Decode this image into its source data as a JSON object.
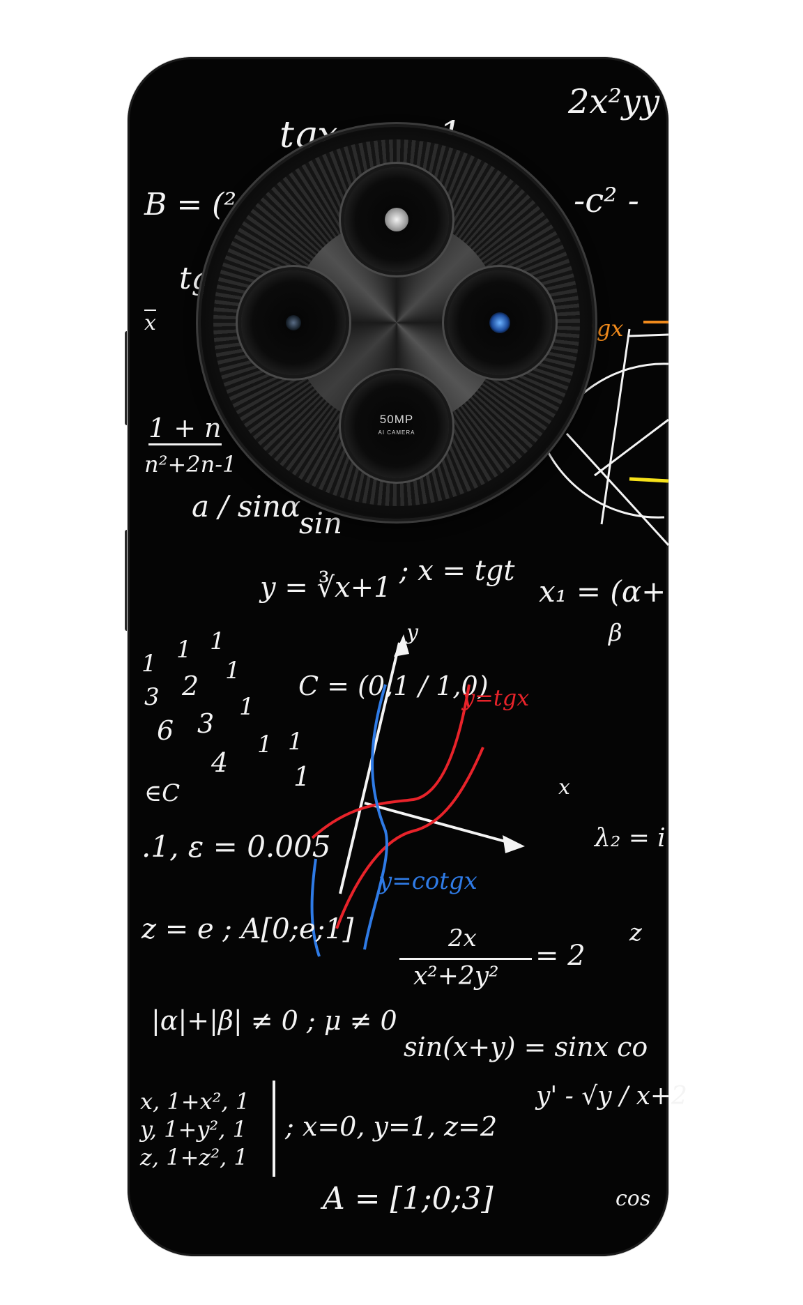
{
  "camera": {
    "megapixels": "50MP",
    "subtitle": "AI CAMERA"
  },
  "formulas": {
    "top_right": "2x²yy",
    "top_center": "tgx … = 1",
    "b_eq": "B = (²",
    "c_minus": "-c² -",
    "tg": "tg",
    "x_bar": "x",
    "tgx_orange": "tgx",
    "one_plus_n": "1 + n",
    "n_series": "n²+2n-1",
    "a_sin": "a / sinα",
    "sin_part": "sin",
    "cbrt": "y = ∛x+1",
    "x_tgt": "; x = tgt",
    "x1_eq": "x₁ = (α+",
    "beta": "β",
    "digits": [
      "1",
      "1",
      "1",
      "1",
      "3",
      "2",
      "1",
      "6",
      "3",
      "1",
      "4",
      "1",
      "1"
    ],
    "c_matrix": "C = (0,1 / 1,0)",
    "in_c": "∈C",
    "epsilon": ".1, ε = 0.005",
    "lambda": "λ₂ = i",
    "y_tgx": "y=tgx",
    "y_cotgx": "y=cotgx",
    "axis_x": "x",
    "axis_y": "y",
    "z_eq": "z = e ; A[0;e;1]",
    "z_side": "z",
    "frac_num": "2x",
    "frac_den": "x²+2y²",
    "frac_rhs": "= 2",
    "alpha_beta": "|α|+|β| ≠ 0 ; μ ≠ 0",
    "sin_sum": "sin(x+y) = sinx co",
    "y_prime": "y' - √y / x+2",
    "matrix_rows": [
      "x, 1+x², 1",
      "y, 1+y², 1",
      "z, 1+z², 1"
    ],
    "xyz": "; x=0, y=1, z=2",
    "a_vec": "A = [1;0;3]",
    "cos": "cos"
  }
}
